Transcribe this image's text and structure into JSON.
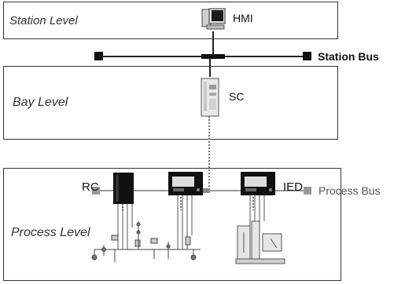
{
  "levels": {
    "station": "Station Level",
    "bay": "Bay Level",
    "process": "Process Level"
  },
  "devices": {
    "hmi": "HMI",
    "sc": "SC",
    "rc": "RC",
    "ied": "IED"
  },
  "buses": {
    "station": "Station Bus",
    "process": "Process Bus"
  },
  "colors": {
    "station_bus": "#111111",
    "process_bus": "#888888",
    "box_border": "#333333"
  }
}
